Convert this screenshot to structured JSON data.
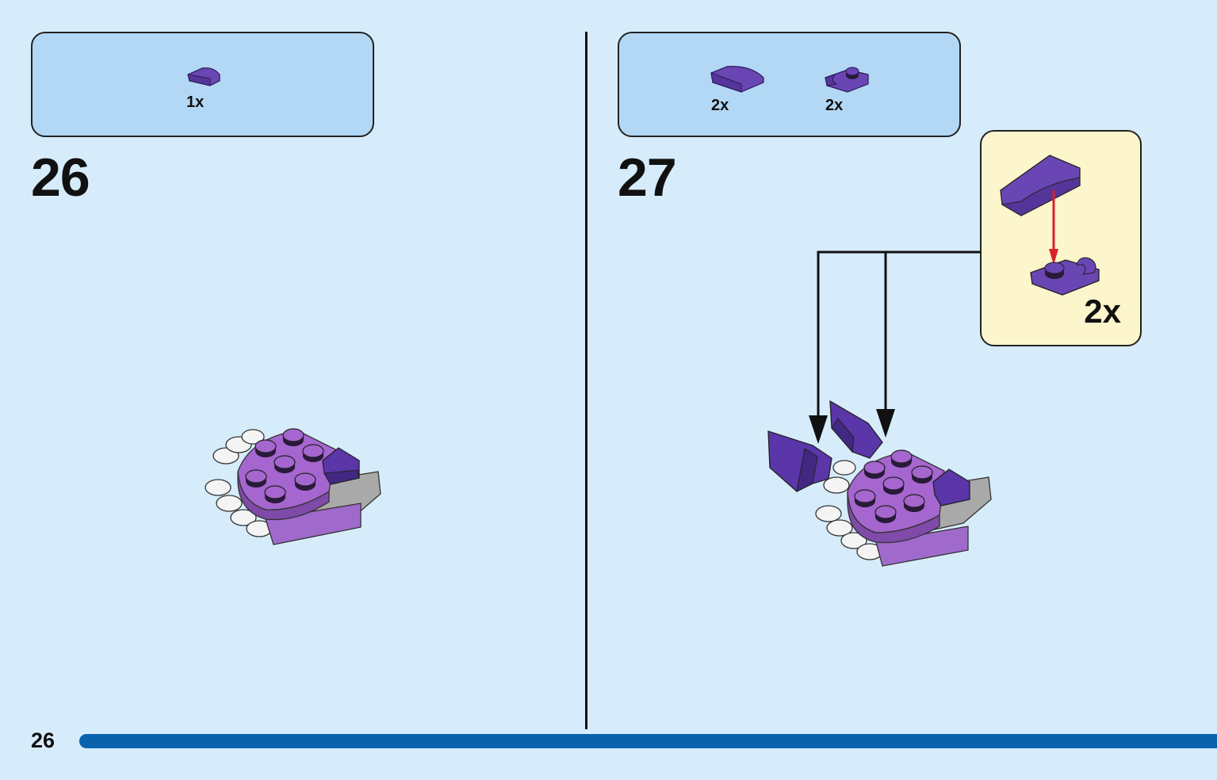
{
  "page": {
    "number": "26"
  },
  "steps": [
    {
      "number": "26",
      "parts": [
        {
          "qty": "1x",
          "part": "purple curved slope 1x1"
        }
      ]
    },
    {
      "number": "27",
      "parts": [
        {
          "qty": "2x",
          "part": "purple curved slope 1x2"
        },
        {
          "qty": "2x",
          "part": "purple plate with clip"
        }
      ],
      "subassembly": {
        "qty": "2x"
      }
    }
  ],
  "colors": {
    "background": "#d6ecfb",
    "parts_box": "#b3d8f5",
    "subassembly_box": "#fdf5cc",
    "bar": "#0a62ad",
    "purple": "#6a46b4",
    "arrow_red": "#d8212a"
  }
}
